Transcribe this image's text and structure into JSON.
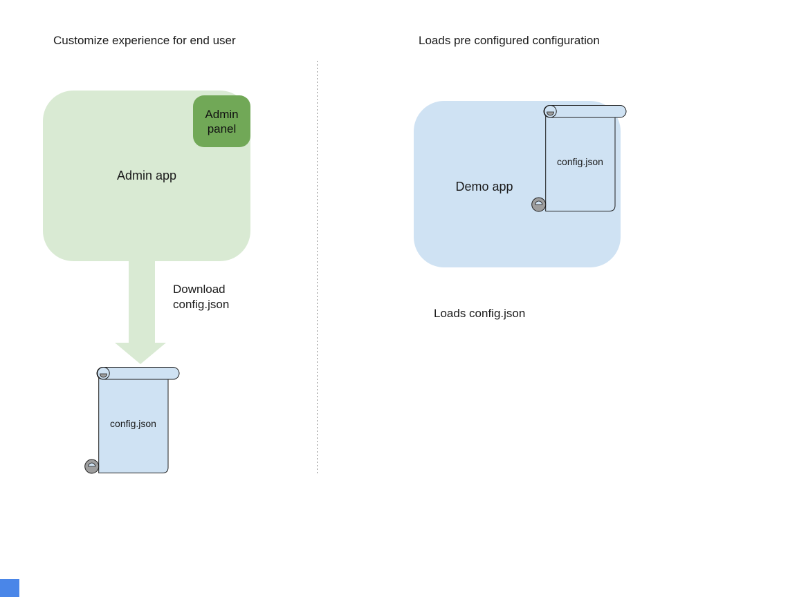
{
  "colors": {
    "light_green": "#d9ead3",
    "panel_green": "#71a857",
    "light_blue": "#cfe2f3",
    "curl_gray": "#9e9e9e",
    "stroke": "#1c1c1c",
    "divider_gray": "#8f8f8f",
    "text": "#1a1a1a",
    "accent_blue": "#4a86e8"
  },
  "left_section": {
    "title": "Customize experience for end user",
    "admin_app_label": "Admin app",
    "admin_panel_label": "Admin panel",
    "arrow_caption": "Download\nconfig.json",
    "file_label": "config.json"
  },
  "right_section": {
    "title": "Loads pre configured configuration",
    "demo_app_label": "Demo app",
    "file_label": "config.json",
    "caption": "Loads config.json"
  }
}
